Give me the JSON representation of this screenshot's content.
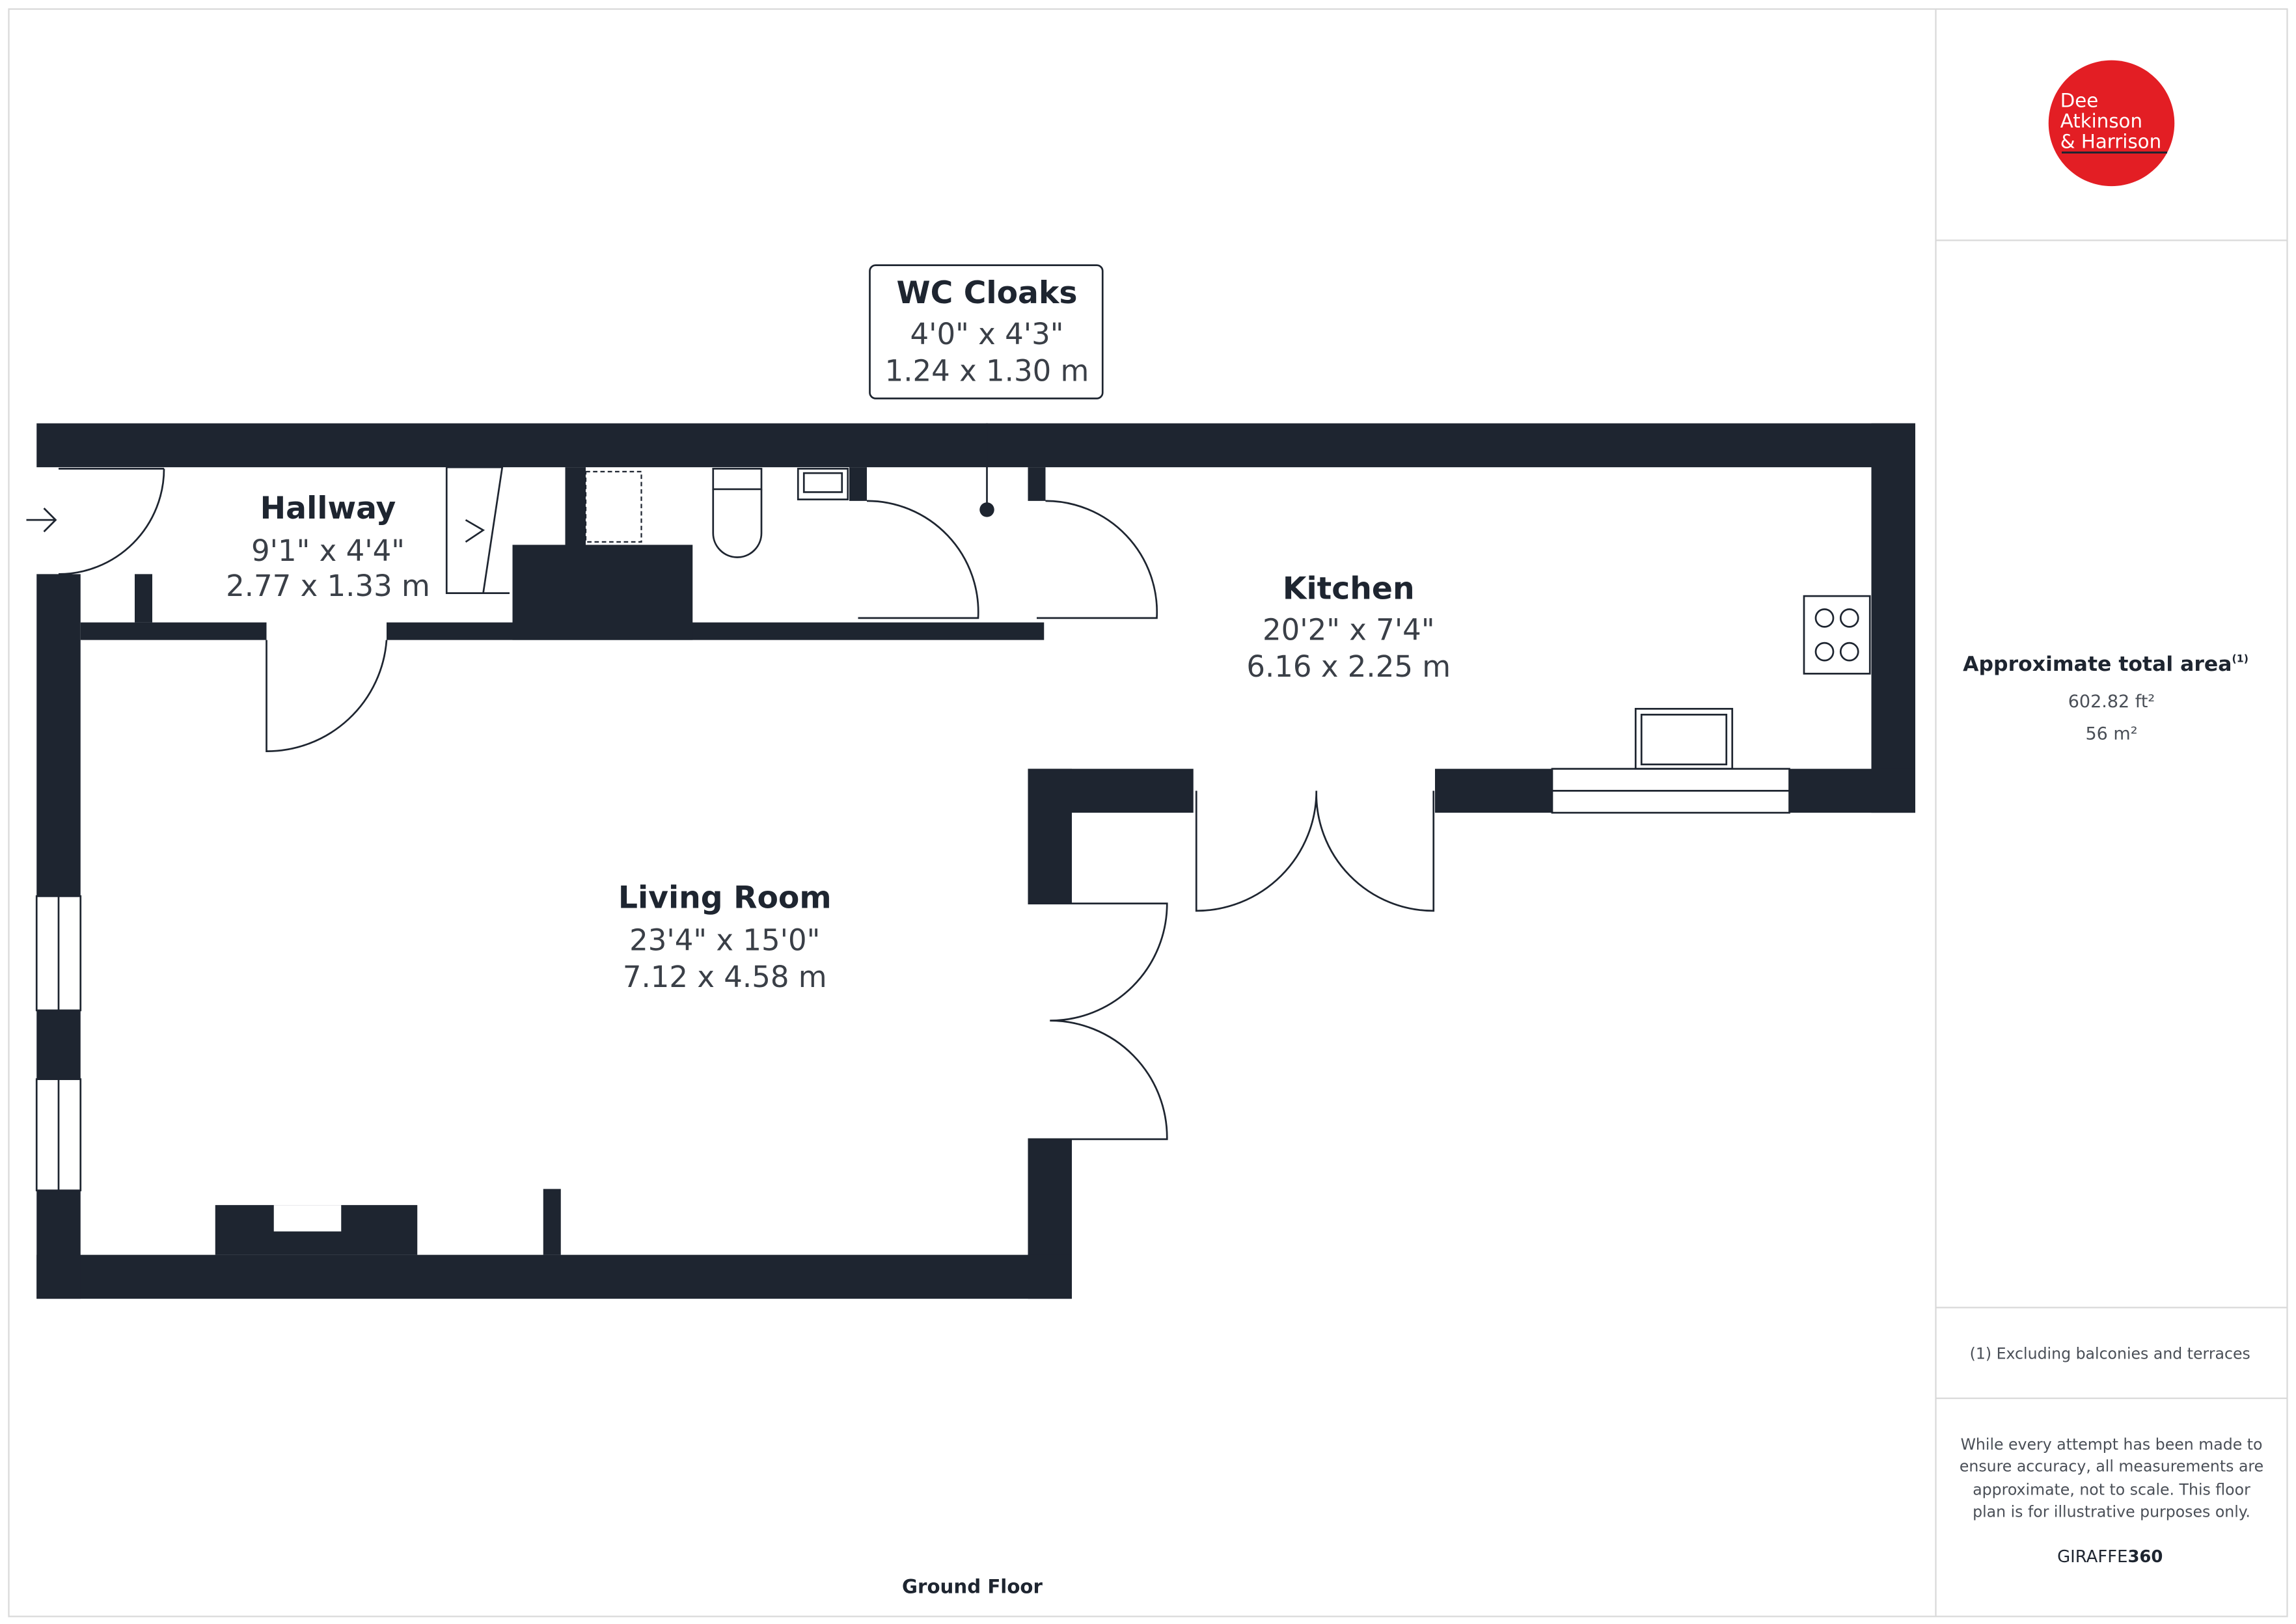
{
  "brand": {
    "name_lines": [
      "Dee",
      "Atkinson",
      "& Harrison"
    ],
    "color": "#e31e24"
  },
  "rooms": [
    {
      "name": "WC Cloaks",
      "imperial": "4'0\" x 4'3\"",
      "metric": "1.24 x 1.30 m"
    },
    {
      "name": "Hallway",
      "imperial": "9'1\" x 4'4\"",
      "metric": "2.77 x 1.33 m"
    },
    {
      "name": "Kitchen",
      "imperial": "20'2\" x 7'4\"",
      "metric": "6.16 x 2.25 m"
    },
    {
      "name": "Living Room",
      "imperial": "23'4\" x 15'0\"",
      "metric": "7.12 x 4.58 m"
    }
  ],
  "floor_label": "Ground Floor",
  "area": {
    "title": "Approximate total area",
    "footnote_mark": "(1)",
    "sqft": "602.82 ft²",
    "sqm": "56 m²"
  },
  "footnote": "(1) Excluding balconies and terraces",
  "disclaimer": [
    "While every attempt has been made to",
    "ensure accuracy, all measurements are",
    "approximate, not to scale. This floor",
    "plan is for illustrative purposes only."
  ],
  "credit": {
    "light": "GIRAFFE",
    "bold": "360"
  },
  "colors": {
    "wall": "#1e2530",
    "border": "#d9d9d9"
  }
}
